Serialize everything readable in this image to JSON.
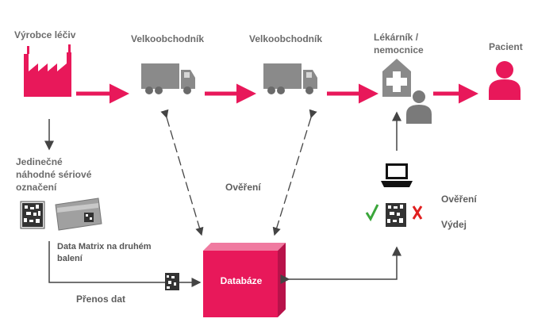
{
  "nodes": {
    "manufacturer": "Výrobce léčiv",
    "wholesaler_1": "Velkoobchodník",
    "wholesaler_2": "Velkoobchodník",
    "pharmacist_line1": "Lékárník /",
    "pharmacist_line2": "nemocnice",
    "patient": "Pacient"
  },
  "labels": {
    "serial_line1": "Jedinečné",
    "serial_line2": "náhodné sériové",
    "serial_line3": "označení",
    "datamatrix_line1": "Data Matrix na druhém",
    "datamatrix_line2": "balení",
    "verification_center": "Ověření",
    "verification_right": "Ověření",
    "dispense": "Výdej",
    "data_transfer": "Přenos dat",
    "database": "Databáze"
  },
  "colors": {
    "accent": "#e8185a",
    "truck": "#8a8a8a",
    "arrow": "#555555",
    "check": "#3aa63a",
    "cross": "#e02020"
  },
  "icons": [
    "factory-icon",
    "truck-icon",
    "pharmacy-icon",
    "person-icon",
    "patient-icon",
    "laptop-icon",
    "datamatrix-icon",
    "medicine-box-icon",
    "check-icon",
    "cross-icon",
    "database-box"
  ]
}
